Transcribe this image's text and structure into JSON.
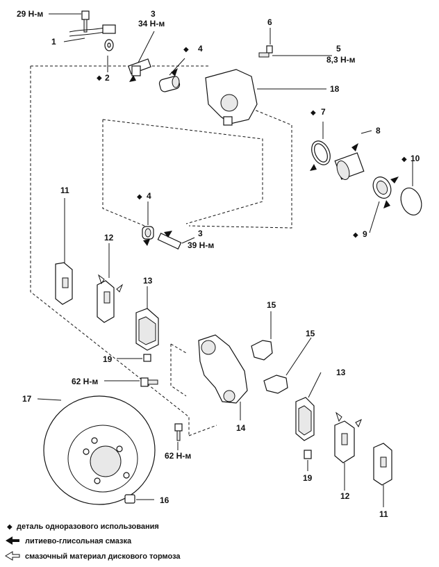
{
  "callouts": {
    "c_29nm": "29 Н-м",
    "c_1": "1",
    "c_2": "2",
    "c_3a_num": "3",
    "c_3a_torque": "34 Н-м",
    "c_4a": "4",
    "c_6": "6",
    "c_5_num": "5",
    "c_5_torque": "8,3 Н-м",
    "c_18": "18",
    "c_7": "7",
    "c_8": "8",
    "c_10": "10",
    "c_9": "9",
    "c_11a": "11",
    "c_4b": "4",
    "c_3b_num": "3",
    "c_3b_torque": "39 Н-м",
    "c_12a": "12",
    "c_13a": "13",
    "c_15a": "15",
    "c_15b": "15",
    "c_19a": "19",
    "c_62a": "62 Н-м",
    "c_13b": "13",
    "c_17": "17",
    "c_14": "14",
    "c_62b": "62 Н-м",
    "c_19b": "19",
    "c_16": "16",
    "c_12b": "12",
    "c_11b": "11"
  },
  "legend": {
    "single_use": "деталь одноразового использования",
    "grease": "литиево-глисольная смазка",
    "disc_brake_grease": "смазочный материал дискового тормоза"
  }
}
